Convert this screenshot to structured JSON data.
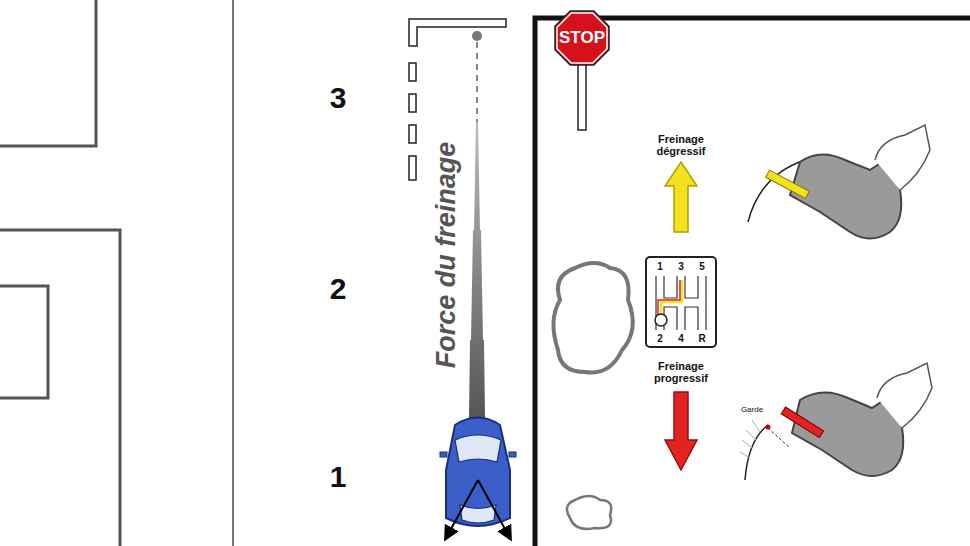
{
  "diagram": {
    "nodes": [
      {
        "text": [
          "STOP"
        ]
      }
    ],
    "labels": [
      "3",
      "2",
      "1",
      "Force du freinage",
      "Freinage dégressif",
      "Freinage progressif",
      "1",
      "3",
      "5",
      "2",
      "4",
      "R",
      "Garde"
    ]
  }
}
